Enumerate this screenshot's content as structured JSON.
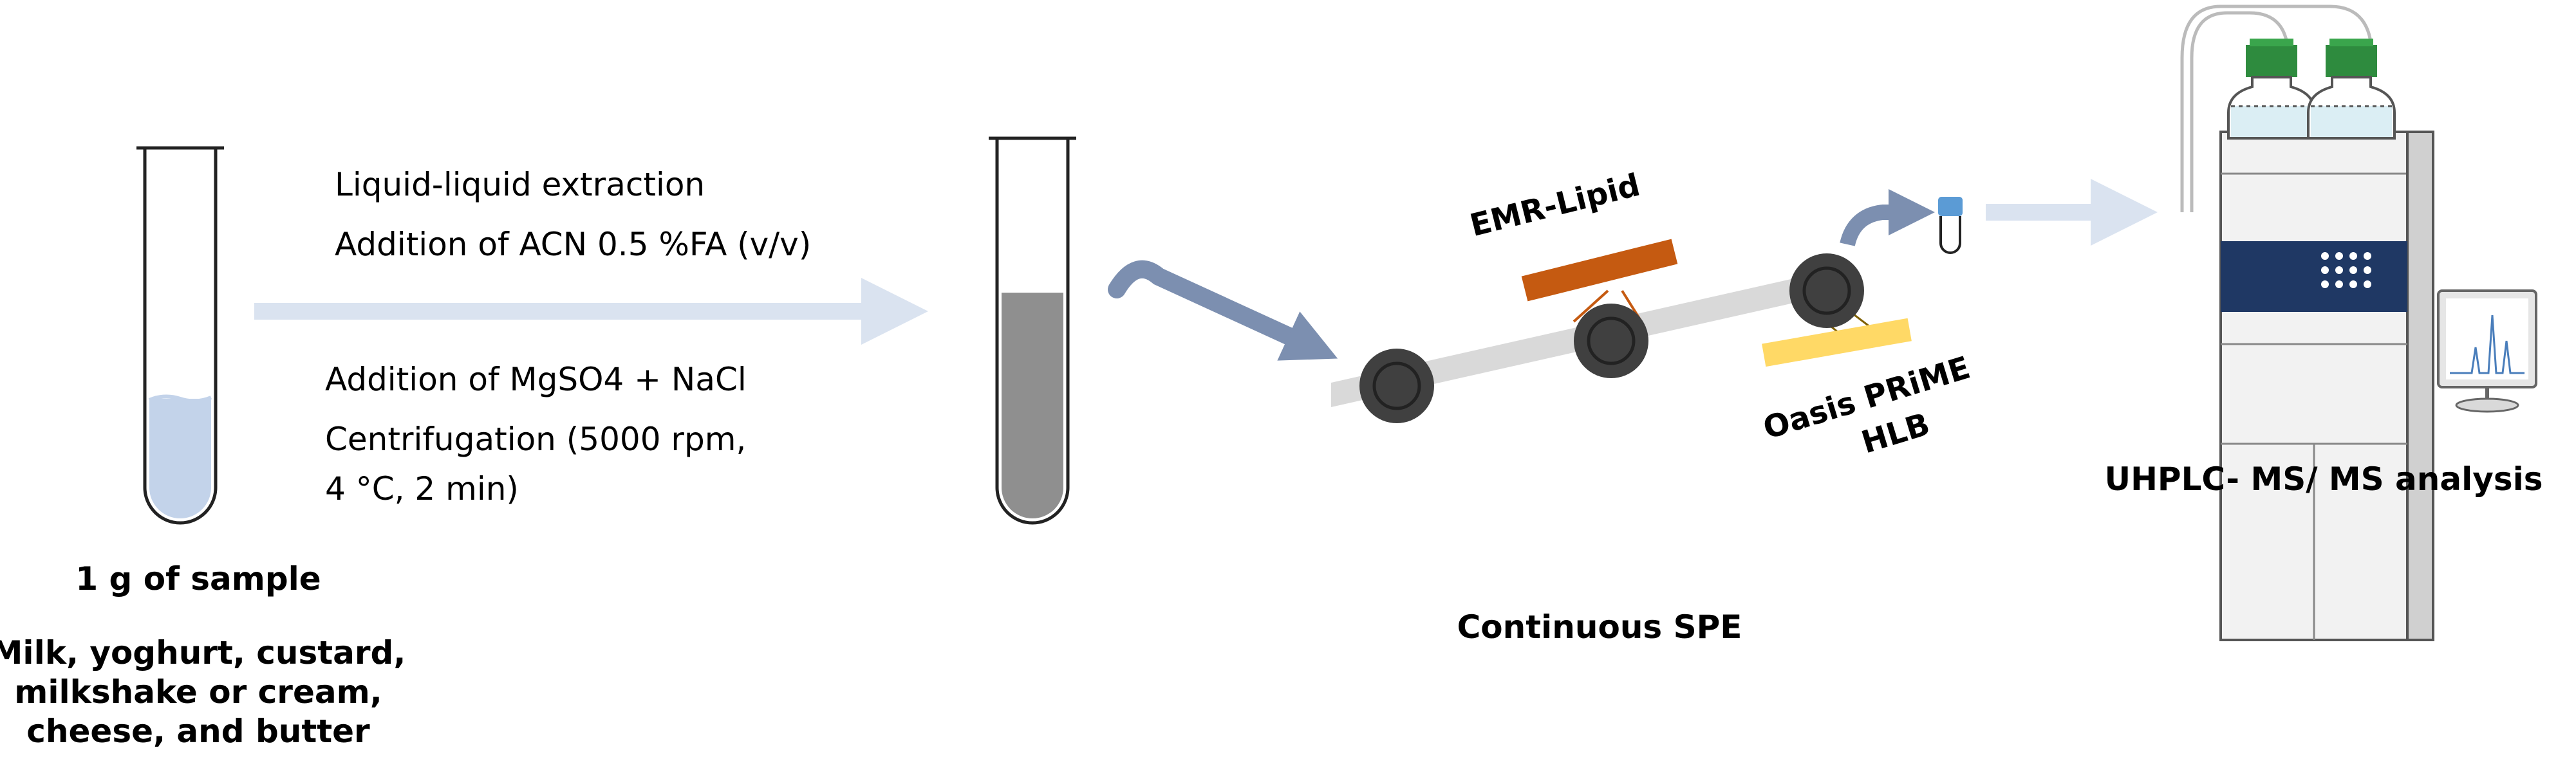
{
  "sample": {
    "amount": "1 g of sample",
    "matrices": [
      "Milk, yoghurt, custard,",
      "milkshake  or cream,",
      "cheese, and butter"
    ]
  },
  "extraction": {
    "above_arrow": [
      "Liquid-liquid extraction",
      "Addition of ACN  0.5 %FA (v/v)"
    ],
    "below_arrow": [
      "Addition of MgSO4 + NaCl",
      "Centrifugation (5000 rpm,",
      "4 °C, 2 min)"
    ]
  },
  "spe": {
    "cartridge_1": "EMR-Lipid",
    "cartridge_2": [
      "Oasis PRiME",
      "HLB"
    ],
    "caption": "Continuous  SPE"
  },
  "analysis": {
    "caption": "UHPLC- MS/ MS  analysis"
  },
  "colors": {
    "liquid_sample": "#c3d3ea",
    "liquid_extract": "#8f8f8f",
    "arrow_light": "#dae3f0",
    "arrow_dark": "#7c8fb0",
    "emr_lipid": "#c55a11",
    "oasis": "#ffd966",
    "bottle_cap": "#2e8b3e",
    "detector_band": "#1f3864"
  }
}
